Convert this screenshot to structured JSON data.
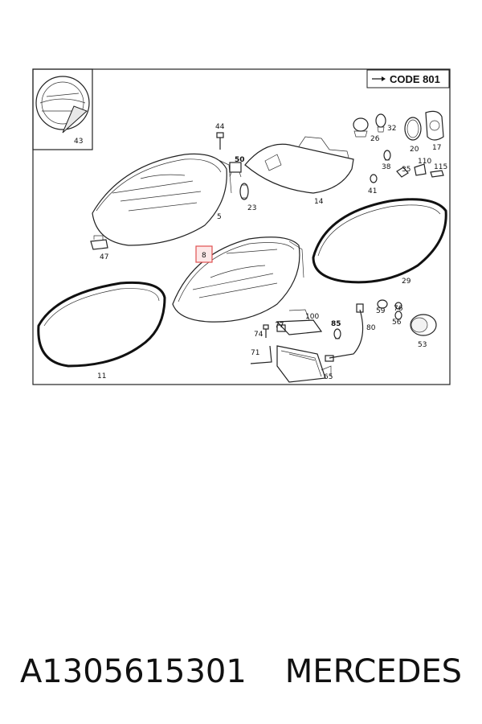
{
  "diagram": {
    "code_label": "CODE 801",
    "highlighted_part": "8",
    "parts": [
      "43",
      "44",
      "50",
      "5",
      "23",
      "47",
      "14",
      "26",
      "32",
      "20",
      "17",
      "38",
      "35",
      "110",
      "115",
      "41",
      "29",
      "100",
      "59",
      "76",
      "56",
      "80",
      "85",
      "77",
      "74",
      "53",
      "71",
      "65",
      "11",
      "8"
    ]
  },
  "caption": {
    "part_number": "A1305615301",
    "brand": "MERCEDES"
  }
}
